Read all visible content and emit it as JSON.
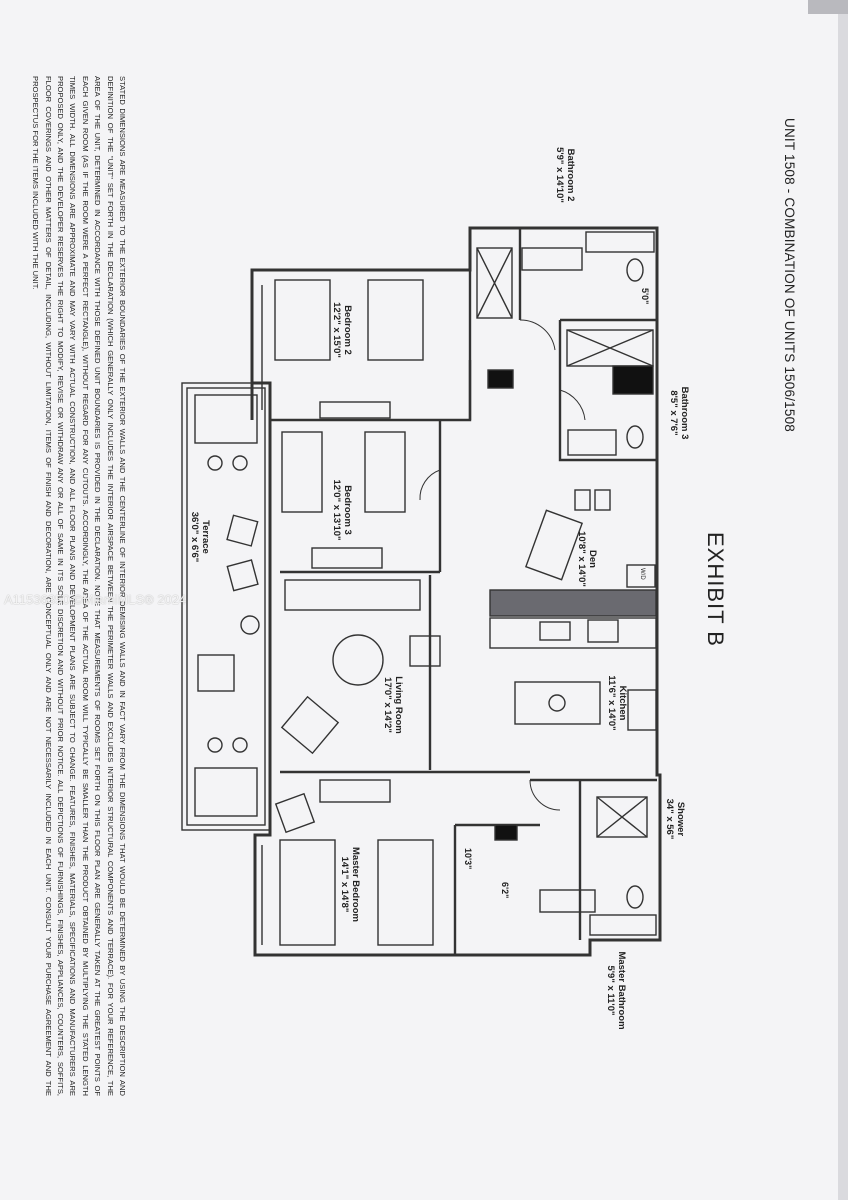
{
  "header": {
    "title": "UNIT 1508 - COMBINATION OF UNITS 1506/1508",
    "exhibit": "EXHIBIT B"
  },
  "rooms": [
    {
      "name": "Bathroom 2",
      "size": "5'9\" x 14'10\""
    },
    {
      "name": "Bathroom 3",
      "size": "8'5\" x 7'6\""
    },
    {
      "name": "Bedroom 2",
      "size": "12'2\" x 15'0\""
    },
    {
      "name": "Bedroom 3",
      "size": "12'0\" x 13'10\""
    },
    {
      "name": "Den",
      "size": "10'8\" x 14'0\""
    },
    {
      "name": "Terrace",
      "size": "36'0\" x 6'6\""
    },
    {
      "name": "Living Room",
      "size": "17'0\" x 14'2\""
    },
    {
      "name": "Kitchen",
      "size": "11'6\" x 14'0\""
    },
    {
      "name": "Shower",
      "size": "34\" x 56\""
    },
    {
      "name": "Master Bedroom",
      "size": "14'1\" x 14'8\""
    },
    {
      "name": "Master Bathroom",
      "size": "5'9\" x 11'0\""
    }
  ],
  "dimensions": {
    "bath2_closet": "5'0\"",
    "master_closet_length": "10'3\"",
    "master_closet_width": "6'2\"",
    "wd": "W/D"
  },
  "disclaimer": [
    "STATED DIMENSIONS ARE MEASURED TO THE EXTERIOR BOUNDARIES OF THE EXTERIOR WALLS AND THE CENTERLINE OF INTERIOR DEMISING WALLS AND IN FACT VARY FROM THE DIMENSIONS THAT WOULD BE DETERMINED BY USING THE DESCRIPTION AND",
    "DEFINITION OF THE \"UNIT\" SET FORTH IN THE DECLARATION (WHICH GENERALLY ONLY INCLUDES THE INTERIOR AIRSPACE BETWEEN THE PERIMETER WALLS AND EXCLUDES INTERIOR STRUCTURAL COMPONENTS AND TERRACE). FOR YOUR REFERENCE, THE",
    "AREA OF THE UNIT, DETERMINED IN ACCORDANCE WITH THOSE DEFINED UNIT BOUNDARIES IS PROVIDED IN THE DECLARATION. NOTE THAT MEASUREMENTS OF ROOMS SET FORTH ON THIS FLOOR PLAN ARE GENERALLY TAKEN AT THE GREATEST POINTS OF",
    "EACH GIVEN ROOM (AS IF THE ROOM WERE A PERFECT RECTANGLE), WITHOUT REGARD FOR ANY CUTOUTS. ACCORDINGLY, THE AREA OF THE ACTUAL ROOM WILL TYPICALLY BE SMALLER THAN THE PRODUCT OBTAINED BY MULTIPLYING THE STATED LENGTH",
    "TIMES WIDTH. ALL DIMENSIONS ARE APPROXIMATE AND MAY VARY WITH ACTUAL CONSTRUCTION, AND ALL FLOOR PLANS AND DEVELOPMENT PLANS ARE SUBJECT TO CHANGE. FEATURES, FINISHES, MATERIALS, SPECIFICATIONS AND MANUFACTURERS ARE",
    "PROPOSED ONLY, AND THE DEVELOPER RESERVES THE RIGHT TO MODIFY, REVISE OR WITHDRAW ANY OR ALL OF SAME IN ITS SOLE DISCRETION AND WITHOUT PRIOR NOTICE. ALL DEPICTIONS OF FURNISHINGS, FINISHES, APPLIANCES, COUNTERS, SOFFITS,",
    "FLOOR COVERINGS AND OTHER MATTERS OF DETAIL, INCLUDING, WITHOUT LIMITATION, ITEMS OF FINISH AND DECORATION, ARE CONCEPTUAL ONLY AND ARE NOT NECESSARILY INCLUDED IN EACH UNIT. CONSULT YOUR PURCHASE AGREEMENT AND THE",
    "PROSPECTUS FOR THE ITEMS INCLUDED WITH THE UNIT."
  ],
  "watermark": "A11536350 ©MiamiMLS® 2024",
  "colors": {
    "wall": "#333333",
    "counter": "#6a6a70",
    "paper": "#f4f4f6"
  }
}
